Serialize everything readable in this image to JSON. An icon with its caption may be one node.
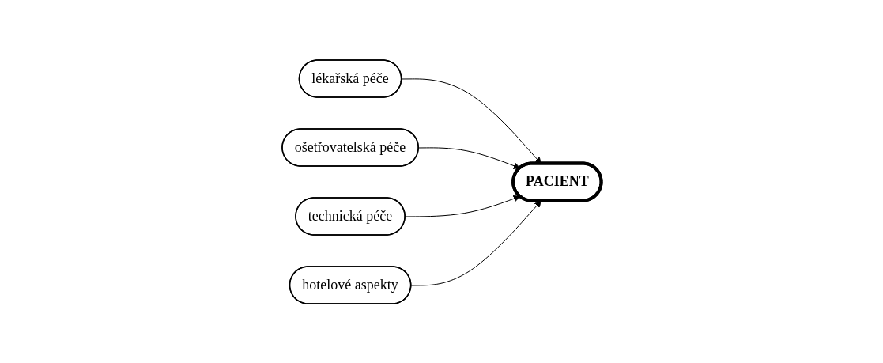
{
  "diagram": {
    "nodes": [
      {
        "text": [
          "lékařská péče"
        ]
      },
      {
        "text": [
          "ošetřovatelská péče"
        ]
      },
      {
        "text": [
          "PACIENT"
        ]
      },
      {
        "text": [
          "technická péče"
        ]
      },
      {
        "text": [
          "hotelové aspekty"
        ]
      }
    ],
    "edges": [
      {
        "from": 0,
        "to": 2,
        "arrow": "to"
      },
      {
        "from": 1,
        "to": 2,
        "arrow": "to"
      },
      {
        "from": 3,
        "to": 2,
        "arrow": "to"
      },
      {
        "from": 4,
        "to": 2,
        "arrow": "to"
      }
    ]
  }
}
